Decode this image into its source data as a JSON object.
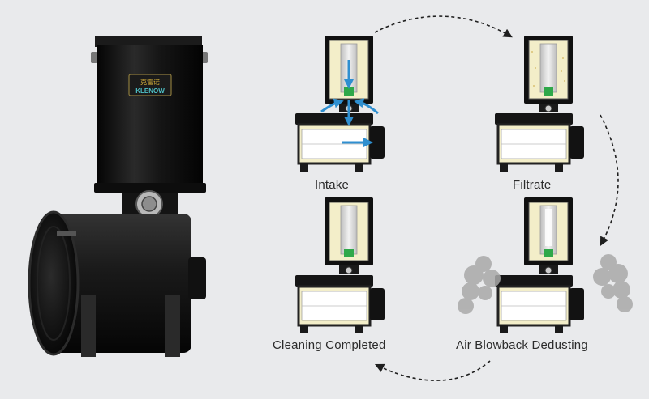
{
  "product": {
    "brand_cn": "克雷诺",
    "brand_en": "KLENOW"
  },
  "stages": [
    {
      "label": "Intake"
    },
    {
      "label": "Filtrate"
    },
    {
      "label": "Air Blowback Dedusting"
    },
    {
      "label": "Cleaning Completed"
    }
  ],
  "colors": {
    "background": "#e9eaec",
    "housing": "#141414",
    "filter_fill": "#f3eec9",
    "airflow": "#2f8fd0",
    "valve_green": "#2fa84a",
    "label_text": "#2b2b2b"
  }
}
